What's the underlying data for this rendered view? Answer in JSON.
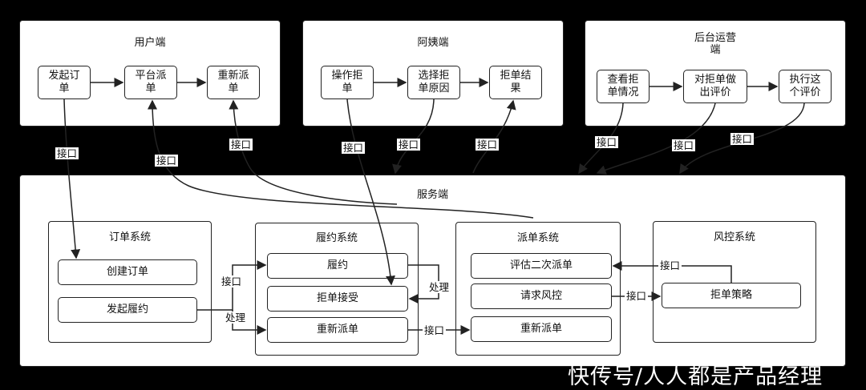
{
  "panels": {
    "user": "用户端",
    "aunt": "阿姨端",
    "admin": "后台运营\n端",
    "server": "服务端",
    "order_sys": "订单系统",
    "fulfill_sys": "履约系统",
    "dispatch_sys": "派单系统",
    "risk_sys": "风控系统"
  },
  "nodes": {
    "initiate_order": "发起订\n单",
    "platform_dispatch": "平台派\n单",
    "redispatch_user": "重新派\n单",
    "operate_reject": "操作拒\n单",
    "choose_reason": "选择拒\n单原因",
    "reject_result": "拒单结\n果",
    "view_reject": "查看拒\n单情况",
    "evaluate_reject": "对拒单做\n出评价",
    "execute_eval": "执行这\n个评价",
    "create_order": "创建订单",
    "start_fulfill": "发起履约",
    "fulfill": "履约",
    "reject_accept": "拒单接受",
    "redispatch_fulfill": "重新派单",
    "eval_second": "评估二次派单",
    "request_risk": "请求风控",
    "redispatch_dispatch": "重新派单",
    "reject_policy": "拒单策略"
  },
  "labels": {
    "iface": "接口",
    "process": "处理"
  },
  "watermark": "快传号/人人都是产品经理"
}
